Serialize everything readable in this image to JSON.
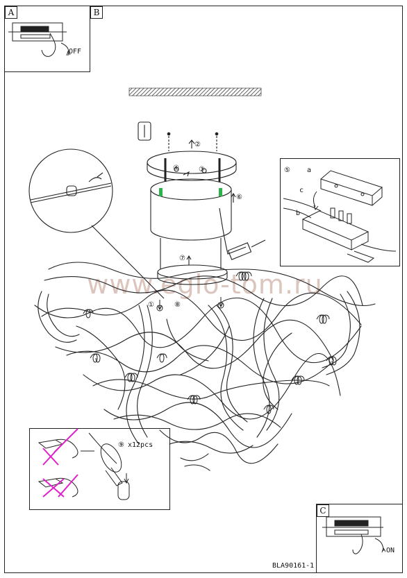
{
  "panel_a": {
    "tag": "A",
    "state": "OFF"
  },
  "panel_b": {
    "tag": "B"
  },
  "panel_c": {
    "tag": "C",
    "state": "ON"
  },
  "steps": {
    "s2": "②",
    "s3": "③",
    "s4": "④",
    "s5": "⑤",
    "s6": "⑥",
    "s7": "⑦",
    "s1": "①",
    "s8": "⑧",
    "s9": "⑨"
  },
  "detail": {
    "a": "a",
    "b": "b",
    "c": "c"
  },
  "bulbs_qty": "x12pcs",
  "watermark": "www.eglo-tom.ru",
  "doc_code": "BLA90161-1",
  "colors": {
    "green_marker": "#2db34a",
    "magenta_cross": "#e020c8",
    "watermark": "#be9687"
  }
}
